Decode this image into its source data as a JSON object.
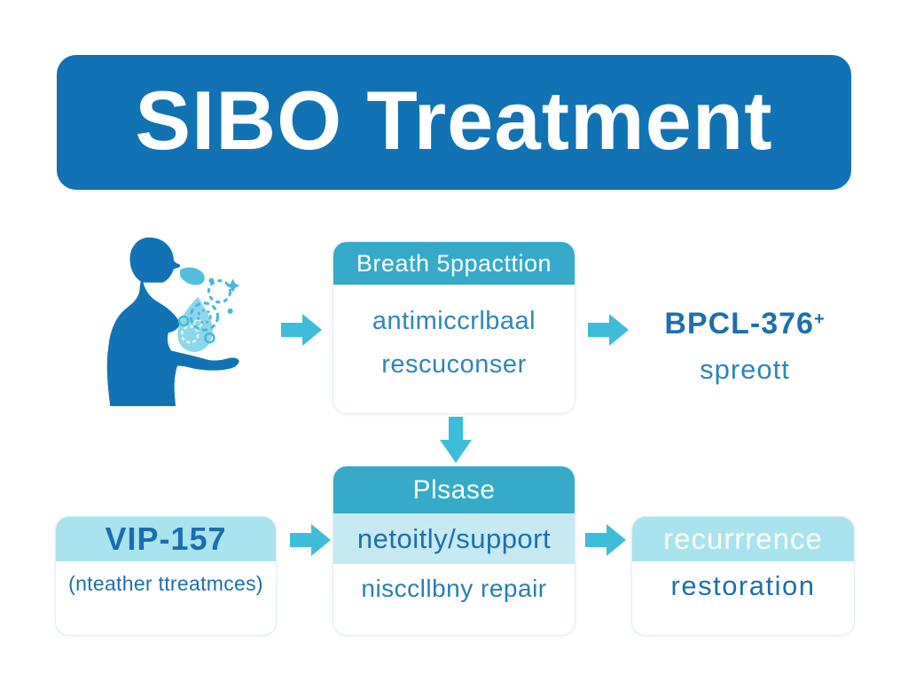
{
  "title": "SIBO Treatment",
  "flow": {
    "breath_box": {
      "header": "Breath 5ppacttion",
      "lines": [
        "antimiccrlbaal",
        "rescuconser"
      ]
    },
    "result": {
      "name": "BPCL-376",
      "superscript": "+",
      "sub": "spreott"
    },
    "phase_box": {
      "header": "Plsase",
      "band": "netoitly/support",
      "line": "nisccllbny repair"
    },
    "vip_box": {
      "header": "VIP-157",
      "line": "(nteather ttreatmces)"
    },
    "outcome_box": {
      "header": "recurrrence",
      "line": "restoration"
    }
  },
  "icons": {
    "person": "person-exhaling-microbes-illustration",
    "right_arrow": "block-arrow-right",
    "down_arrow": "block-arrow-down"
  },
  "colors": {
    "banner_blue": "#1172b4",
    "teal_header": "#35aac9",
    "pale_cyan_header": "#a8e3ee",
    "light_blue_band": "#c6e9f3",
    "arrow_teal": "#3dbdd9",
    "text_dark_blue": "#1d6fad",
    "text_medium_blue": "#2e86ba"
  }
}
